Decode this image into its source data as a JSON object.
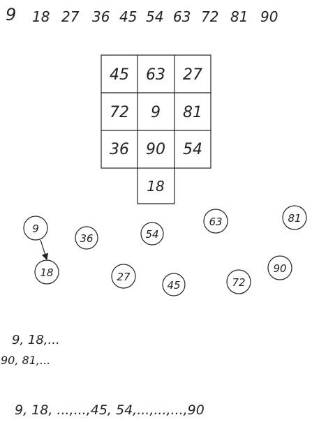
{
  "sequence": [
    "9",
    "18",
    "27",
    "36",
    "45",
    "54",
    "63",
    "72",
    "81",
    "90"
  ],
  "magic_square": {
    "rows": [
      [
        "45",
        "63",
        "27"
      ],
      [
        "72",
        "9",
        "81"
      ],
      [
        "36",
        "90",
        "54"
      ]
    ],
    "extra_cell": "18"
  },
  "circles": [
    {
      "label": "9"
    },
    {
      "label": "18"
    },
    {
      "label": "36"
    },
    {
      "label": "27"
    },
    {
      "label": "54"
    },
    {
      "label": "45"
    },
    {
      "label": "63"
    },
    {
      "label": "72"
    },
    {
      "label": "90"
    },
    {
      "label": "81"
    }
  ],
  "notes": {
    "line1": "9, 18,...",
    "line2": "90, 81,...",
    "bottom": "9, 18, ...,...,45, 54,...,...,...,90"
  }
}
